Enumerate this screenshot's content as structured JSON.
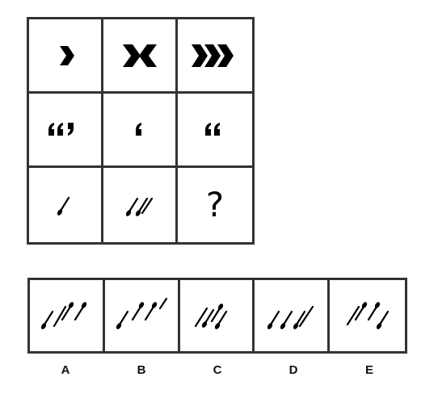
{
  "puzzle": {
    "grid": [
      [
        "chevron-single-icon",
        "chevron-pair-icon",
        "chevron-triple-icon"
      ],
      [
        "quote-mark-triple-icon",
        "quote-mark-single-icon",
        "quote-mark-double-icon"
      ],
      [
        "brush-single-icon",
        "brush-double-icon",
        "?"
      ]
    ],
    "missing_cell_symbol": "?",
    "options": [
      {
        "letter": "A",
        "icon": "brush-triple-icon"
      },
      {
        "letter": "B",
        "icon": "brush-triple-icon"
      },
      {
        "letter": "C",
        "icon": "brush-triple-icon"
      },
      {
        "letter": "D",
        "icon": "brush-triple-icon"
      },
      {
        "letter": "E",
        "icon": "brush-triple-icon"
      }
    ],
    "colors": {
      "ink": "#000000",
      "border": "#333333",
      "background": "#ffffff"
    }
  }
}
